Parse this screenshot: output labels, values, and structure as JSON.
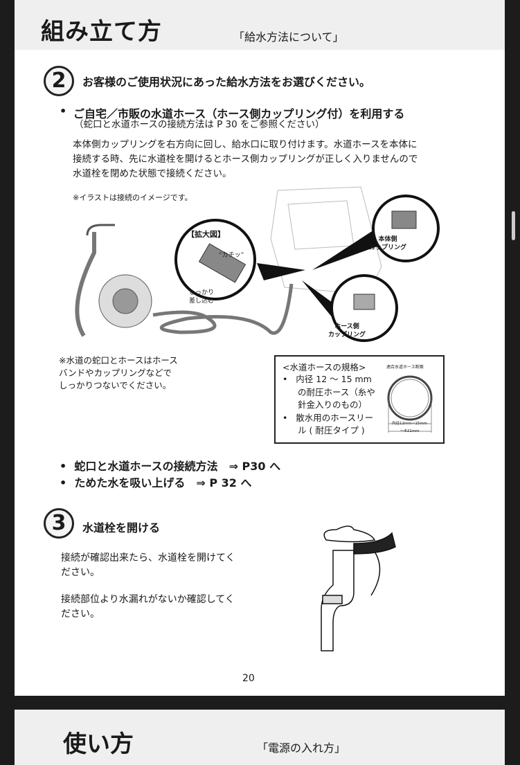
{
  "page1": {
    "title": "組み立て方",
    "subtitle": "「給水方法について」",
    "step2": {
      "number": "2",
      "heading": "お客様のご使用状況にあった給水方法をお選びください。",
      "bullet": "ご自宅／市販の水道ホース（ホース側カップリング付）を利用する",
      "bullet_note": "（蛇口と水道ホースの接続方法は P 30 をご参照ください）",
      "body": [
        "本体側カップリングを右方向に回し、給水口に取り付けます。水道ホースを本体に",
        "接続する時、先に水道栓を開けるとホース側カップリングが正しく入りませんので",
        "水道栓を閉めた状態で接続ください。"
      ],
      "illus_note": "※イラストは接続のイメージです。",
      "callouts": {
        "zoom": "【拡大図】",
        "click": "“カチッ”",
        "insert": [
          "しっかり",
          "差し込む"
        ],
        "body_coupling": [
          "本体側",
          "カップリング"
        ],
        "hose_coupling": [
          "ホース側",
          "カップリング"
        ]
      },
      "faucet_note": [
        "※水道の蛇口とホースはホース",
        "バンドやカップリングなどで",
        "しっかりつないでください。"
      ],
      "spec": {
        "title": "<水道ホースの規格>",
        "items": [
          [
            "内径 12 ～ 15 mm",
            "の耐圧ホース（糸や",
            "針金入りのもの）"
          ],
          [
            "散水用のホースリー",
            "ル ( 耐圧タイプ )"
          ]
        ],
        "diagram_title": "適合水道ホース断面",
        "inner": "内径12mm~15mm",
        "outer": "～Φ21mm"
      },
      "links": [
        "蛇口と水道ホースの接続方法　⇒ P30 へ",
        "ためた水を吸い上げる　⇒ P 32 へ"
      ]
    },
    "step3": {
      "number": "3",
      "heading": "水道栓を開ける",
      "para1": [
        "接続が確認出来たら、水道栓を開けてく",
        "ださい。"
      ],
      "para2": [
        "接続部位より水漏れがないか確認してく",
        "ださい。"
      ]
    },
    "page_number": "20"
  },
  "page2": {
    "title": "使い方",
    "subtitle": "「電源の入れ方」"
  }
}
